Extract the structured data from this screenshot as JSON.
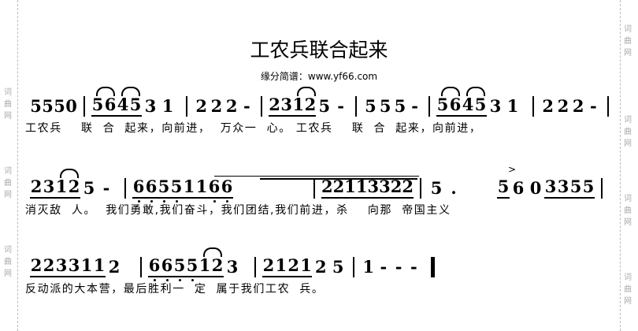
{
  "title": "工农兵联合起来",
  "subtitle": "缘分简谱：www.yf66.com",
  "watermark": "词曲网",
  "rows": [
    {
      "measures": [
        [
          {
            "n": "5"
          },
          {
            "n": "5"
          },
          {
            "n": "5"
          },
          {
            "n": "0"
          }
        ],
        [
          {
            "n": "5",
            "u": 1,
            "sl": 1
          },
          {
            "n": "6",
            "u": 1
          },
          {
            "n": "4",
            "u": 1,
            "sl": 1
          },
          {
            "n": "5",
            "u": 1
          },
          {
            "n": "3"
          },
          {
            "n": "1"
          }
        ],
        [
          {
            "n": "2"
          },
          {
            "n": "2"
          },
          {
            "n": "2"
          },
          {
            "n": "-"
          }
        ],
        [
          {
            "n": "2",
            "u": 1
          },
          {
            "n": "3",
            "u": 1
          },
          {
            "n": "1",
            "u": 1,
            "sl": 1
          },
          {
            "n": "2",
            "u": 1
          },
          {
            "n": "5"
          },
          {
            "n": "-"
          }
        ],
        [
          {
            "n": "5"
          },
          {
            "n": "5"
          },
          {
            "n": "5"
          },
          {
            "n": "-"
          }
        ],
        [
          {
            "n": "5",
            "u": 1,
            "sl": 1
          },
          {
            "n": "6",
            "u": 1
          },
          {
            "n": "4",
            "u": 1,
            "sl": 1
          },
          {
            "n": "5",
            "u": 1
          },
          {
            "n": "3"
          },
          {
            "n": "1"
          }
        ],
        [
          {
            "n": "2"
          },
          {
            "n": "2"
          },
          {
            "n": "2"
          },
          {
            "n": "-"
          }
        ]
      ],
      "lyrics": "工农兵    联  合  起来，向前进，  万众一  心。 工农兵    联  合  起来，向前进，"
    },
    {
      "measures": [
        [
          {
            "n": "2",
            "u": 1
          },
          {
            "n": "3",
            "u": 1
          },
          {
            "n": "1",
            "u": 1,
            "sl": 1
          },
          {
            "n": "2",
            "u": 1
          },
          {
            "n": "5"
          },
          {
            "n": "-"
          }
        ],
        [
          {
            "n": "6",
            "u": 1,
            "d": 1
          },
          {
            "n": "6",
            "u": 1,
            "d": 1
          },
          {
            "n": "5",
            "u": 1,
            "d": 1
          },
          {
            "n": "5",
            "u": 1,
            "d": 1
          },
          {
            "n": "1",
            "u": 1
          },
          {
            "n": "1",
            "u": 1
          },
          {
            "n": "6",
            "u": 1,
            "d": 1
          },
          {
            "n": "6",
            "u": 1,
            "d": 1
          }
        ],
        [
          {
            "n": "2",
            "u": 1
          },
          {
            "n": "2",
            "u": 1
          },
          {
            "n": "1",
            "u": 1
          },
          {
            "n": "1",
            "u": 1
          },
          {
            "n": "3",
            "u": 1
          },
          {
            "n": "3",
            "u": 1
          },
          {
            "n": "2",
            "u": 1
          },
          {
            "n": "2",
            "u": 1
          }
        ],
        [
          {
            "n": "5"
          },
          {
            "n": "."
          },
          {
            "n": " "
          },
          {
            "n": " "
          },
          {
            "n": "5",
            "u": 1
          },
          {
            "n": "6"
          },
          {
            "n": "0"
          },
          {
            "n": "3",
            "u": 1
          },
          {
            "n": "3",
            "u": 1
          },
          {
            "n": "5",
            "u": 1
          },
          {
            "n": "5",
            "u": 1
          }
        ]
      ],
      "lyrics": "消灭敌  人。  我们勇敢,我们奋斗，我们团结,我们前进，杀    向那  帝国主义"
    },
    {
      "measures": [
        [
          {
            "n": "2",
            "u": 1
          },
          {
            "n": "2",
            "u": 1
          },
          {
            "n": "3",
            "u": 1
          },
          {
            "n": "3",
            "u": 1
          },
          {
            "n": "1",
            "u": 1
          },
          {
            "n": "1",
            "u": 1
          },
          {
            "n": "2"
          }
        ],
        [
          {
            "n": "6",
            "u": 1,
            "d": 1
          },
          {
            "n": "6",
            "u": 1,
            "d": 1
          },
          {
            "n": "5",
            "u": 1,
            "d": 1
          },
          {
            "n": "5",
            "u": 1,
            "d": 1
          },
          {
            "n": "1",
            "u": 1,
            "sl": 1
          },
          {
            "n": "2",
            "u": 1
          },
          {
            "n": "3"
          }
        ],
        [
          {
            "n": "2",
            "u": 1
          },
          {
            "n": "1",
            "u": 1
          },
          {
            "n": "2",
            "u": 1
          },
          {
            "n": "1",
            "u": 1
          },
          {
            "n": "2"
          },
          {
            "n": "5"
          }
        ],
        [
          {
            "n": "1"
          },
          {
            "n": "-"
          },
          {
            "n": "-"
          },
          {
            "n": "-"
          }
        ]
      ],
      "lyrics": "反动派的大本营，最后胜利一  定  属于我们工农  兵。"
    }
  ]
}
